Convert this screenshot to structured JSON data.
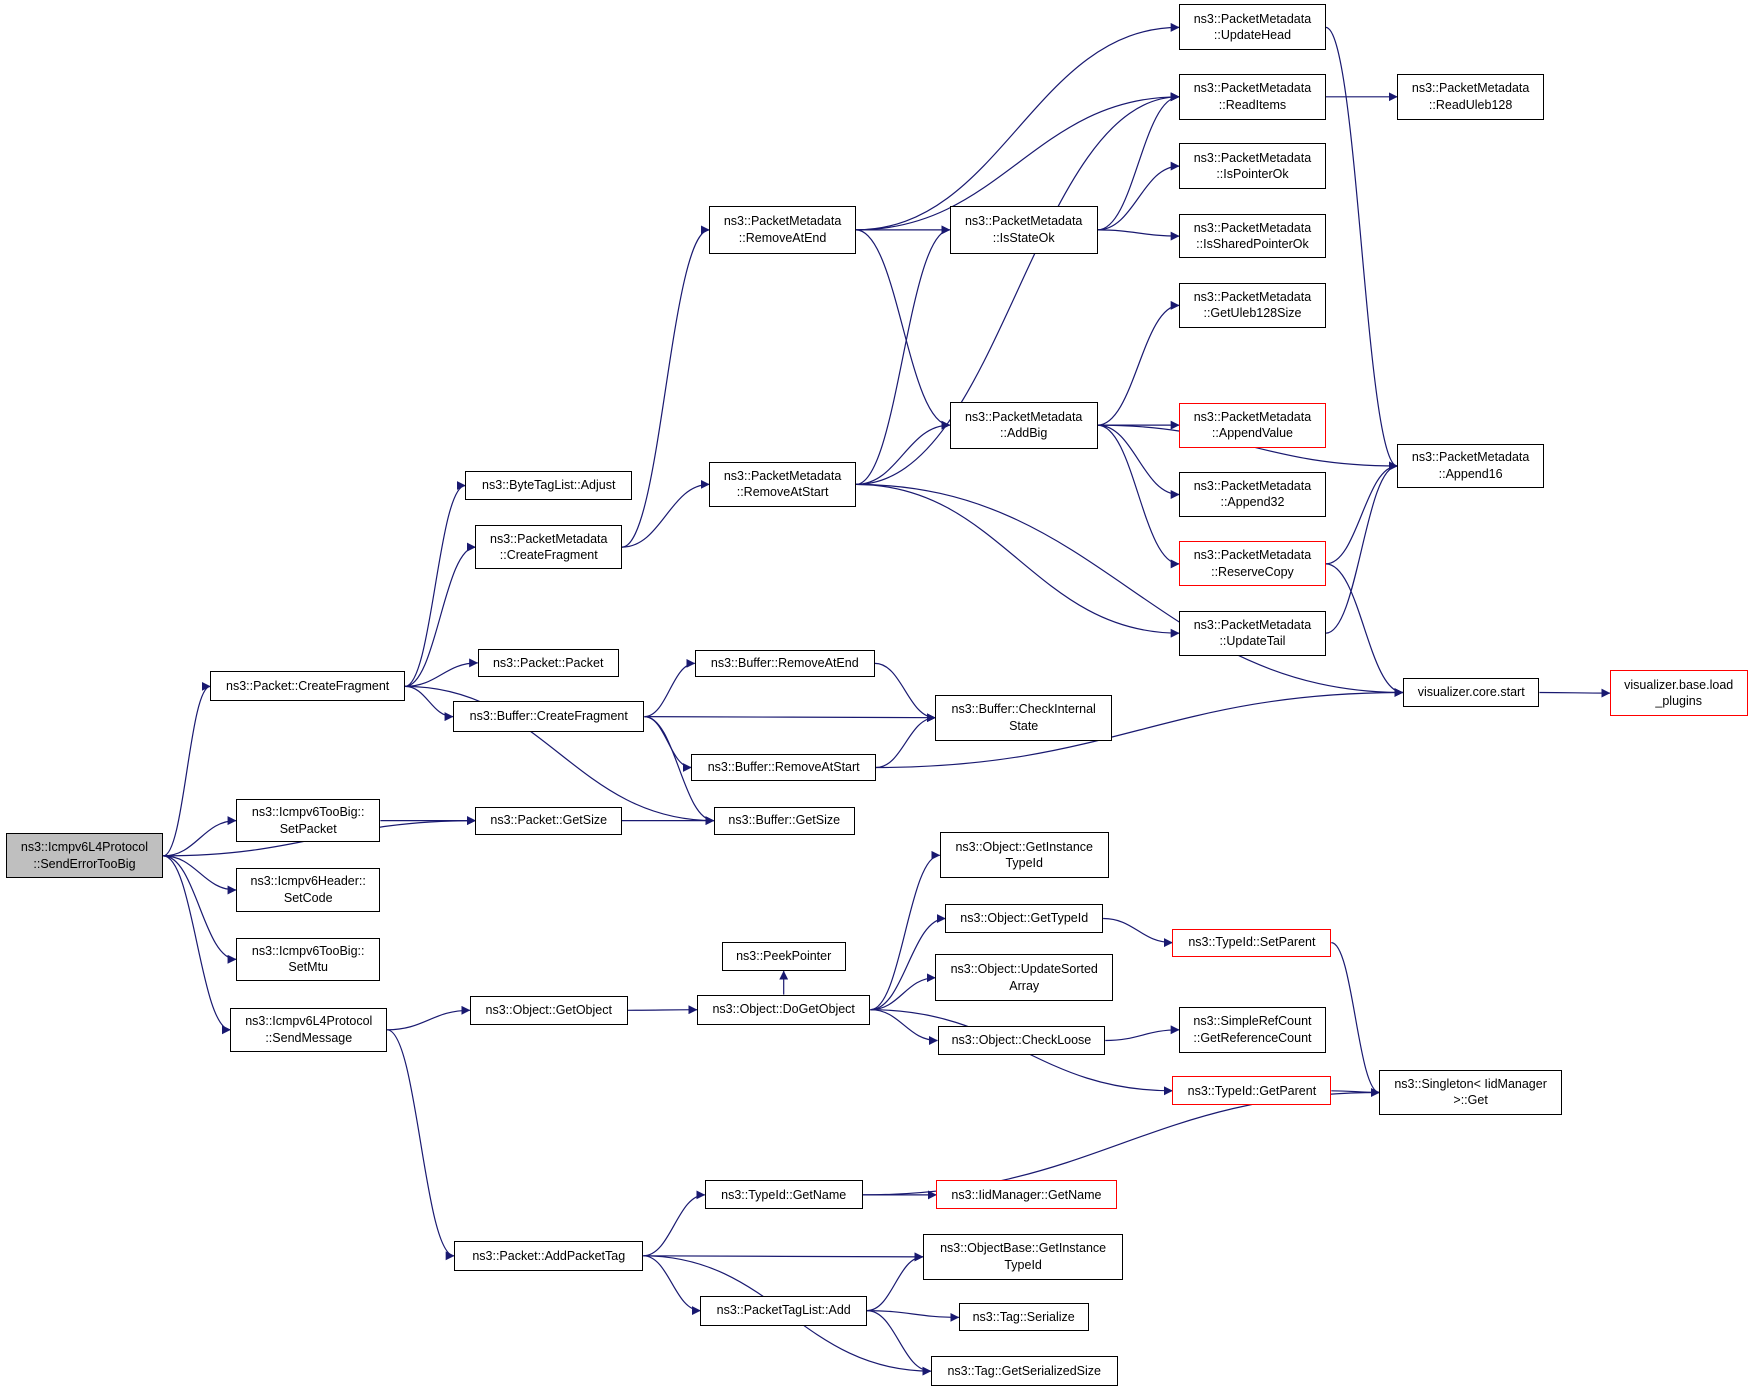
{
  "graph": {
    "root": "n0",
    "colors": {
      "edge": "#191970",
      "node_border": "#000000",
      "truncated_border": "#ff0000",
      "root_fill": "#bfbfbf"
    },
    "nodes": [
      {
        "id": "n0",
        "lines": [
          "ns3::Icmpv6L4Protocol",
          "::SendErrorTooBig"
        ],
        "style": "root"
      },
      {
        "id": "n1",
        "lines": [
          "ns3::Packet::CreateFragment"
        ]
      },
      {
        "id": "n2",
        "lines": [
          "ns3::Icmpv6TooBig::",
          "SetPacket"
        ]
      },
      {
        "id": "n3",
        "lines": [
          "ns3::Icmpv6Header::",
          "SetCode"
        ]
      },
      {
        "id": "n4",
        "lines": [
          "ns3::Icmpv6TooBig::",
          "SetMtu"
        ]
      },
      {
        "id": "n5",
        "lines": [
          "ns3::Icmpv6L4Protocol",
          "::SendMessage"
        ]
      },
      {
        "id": "n6",
        "lines": [
          "ns3::ByteTagList::Adjust"
        ]
      },
      {
        "id": "n7",
        "lines": [
          "ns3::PacketMetadata",
          "::CreateFragment"
        ]
      },
      {
        "id": "n8",
        "lines": [
          "ns3::Packet::Packet"
        ]
      },
      {
        "id": "n9",
        "lines": [
          "ns3::Buffer::CreateFragment"
        ]
      },
      {
        "id": "n10",
        "lines": [
          "ns3::Packet::GetSize"
        ]
      },
      {
        "id": "n11",
        "lines": [
          "ns3::Buffer::GetSize"
        ]
      },
      {
        "id": "n12",
        "lines": [
          "ns3::Object::GetObject"
        ]
      },
      {
        "id": "n13",
        "lines": [
          "ns3::Packet::AddPacketTag"
        ]
      },
      {
        "id": "n14",
        "lines": [
          "ns3::PacketMetadata",
          "::RemoveAtEnd"
        ]
      },
      {
        "id": "n15",
        "lines": [
          "ns3::PacketMetadata",
          "::RemoveAtStart"
        ]
      },
      {
        "id": "n16",
        "lines": [
          "ns3::Buffer::RemoveAtEnd"
        ]
      },
      {
        "id": "n17",
        "lines": [
          "ns3::Buffer::RemoveAtStart"
        ]
      },
      {
        "id": "n18",
        "lines": [
          "ns3::Buffer::CheckInternal",
          "State"
        ]
      },
      {
        "id": "n19",
        "lines": [
          "ns3::PeekPointer"
        ]
      },
      {
        "id": "n20",
        "lines": [
          "ns3::Object::DoGetObject"
        ]
      },
      {
        "id": "n21",
        "lines": [
          "ns3::TypeId::GetName"
        ]
      },
      {
        "id": "n22",
        "lines": [
          "ns3::PacketTagList::Add"
        ]
      },
      {
        "id": "n23",
        "lines": [
          "ns3::PacketMetadata",
          "::IsStateOk"
        ]
      },
      {
        "id": "n24",
        "lines": [
          "ns3::PacketMetadata",
          "::AddBig"
        ]
      },
      {
        "id": "n25",
        "lines": [
          "ns3::Object::GetInstance",
          "TypeId"
        ]
      },
      {
        "id": "n26",
        "lines": [
          "ns3::Object::GetTypeId"
        ]
      },
      {
        "id": "n27",
        "lines": [
          "ns3::Object::UpdateSorted",
          "Array"
        ]
      },
      {
        "id": "n28",
        "lines": [
          "ns3::Object::CheckLoose"
        ]
      },
      {
        "id": "n29",
        "lines": [
          "ns3::IidManager::GetName"
        ],
        "style": "truncated"
      },
      {
        "id": "n30",
        "lines": [
          "ns3::ObjectBase::GetInstance",
          "TypeId"
        ]
      },
      {
        "id": "n31",
        "lines": [
          "ns3::Tag::Serialize"
        ]
      },
      {
        "id": "n32",
        "lines": [
          "ns3::Tag::GetSerializedSize"
        ]
      },
      {
        "id": "n33",
        "lines": [
          "ns3::PacketMetadata",
          "::UpdateHead"
        ]
      },
      {
        "id": "n34",
        "lines": [
          "ns3::PacketMetadata",
          "::ReadItems"
        ]
      },
      {
        "id": "n35",
        "lines": [
          "ns3::PacketMetadata",
          "::IsPointerOk"
        ]
      },
      {
        "id": "n36",
        "lines": [
          "ns3::PacketMetadata",
          "::IsSharedPointerOk"
        ]
      },
      {
        "id": "n37",
        "lines": [
          "ns3::PacketMetadata",
          "::GetUleb128Size"
        ]
      },
      {
        "id": "n38",
        "lines": [
          "ns3::PacketMetadata",
          "::AppendValue"
        ],
        "style": "truncated"
      },
      {
        "id": "n39",
        "lines": [
          "ns3::PacketMetadata",
          "::Append32"
        ]
      },
      {
        "id": "n40",
        "lines": [
          "ns3::PacketMetadata",
          "::ReserveCopy"
        ],
        "style": "truncated"
      },
      {
        "id": "n41",
        "lines": [
          "ns3::PacketMetadata",
          "::UpdateTail"
        ]
      },
      {
        "id": "n42",
        "lines": [
          "ns3::TypeId::SetParent"
        ],
        "style": "truncated"
      },
      {
        "id": "n43",
        "lines": [
          "ns3::SimpleRefCount",
          "::GetReferenceCount"
        ]
      },
      {
        "id": "n44",
        "lines": [
          "ns3::TypeId::GetParent"
        ],
        "style": "truncated"
      },
      {
        "id": "n45",
        "lines": [
          "ns3::PacketMetadata",
          "::ReadUleb128"
        ]
      },
      {
        "id": "n46",
        "lines": [
          "ns3::PacketMetadata",
          "::Append16"
        ]
      },
      {
        "id": "n47",
        "lines": [
          "visualizer.core.start"
        ]
      },
      {
        "id": "n48",
        "lines": [
          "ns3::Singleton< IidManager",
          ">::Get"
        ]
      },
      {
        "id": "n49",
        "lines": [
          "visualizer.base.load",
          "_plugins"
        ],
        "style": "truncated"
      }
    ],
    "edges": [
      [
        "n0",
        "n1"
      ],
      [
        "n0",
        "n10"
      ],
      [
        "n0",
        "n2"
      ],
      [
        "n0",
        "n3"
      ],
      [
        "n0",
        "n4"
      ],
      [
        "n0",
        "n5"
      ],
      [
        "n1",
        "n6"
      ],
      [
        "n1",
        "n7"
      ],
      [
        "n1",
        "n8"
      ],
      [
        "n1",
        "n9"
      ],
      [
        "n1",
        "n11"
      ],
      [
        "n2",
        "n10"
      ],
      [
        "n10",
        "n11"
      ],
      [
        "n5",
        "n12"
      ],
      [
        "n5",
        "n13"
      ],
      [
        "n7",
        "n14"
      ],
      [
        "n7",
        "n15"
      ],
      [
        "n9",
        "n16"
      ],
      [
        "n9",
        "n18"
      ],
      [
        "n9",
        "n17"
      ],
      [
        "n9",
        "n11"
      ],
      [
        "n16",
        "n18"
      ],
      [
        "n17",
        "n18"
      ],
      [
        "n17",
        "n47"
      ],
      [
        "n12",
        "n20"
      ],
      [
        "n20",
        "n19"
      ],
      [
        "n20",
        "n25"
      ],
      [
        "n20",
        "n26"
      ],
      [
        "n20",
        "n27"
      ],
      [
        "n20",
        "n28"
      ],
      [
        "n20",
        "n44"
      ],
      [
        "n26",
        "n42"
      ],
      [
        "n28",
        "n43"
      ],
      [
        "n42",
        "n48"
      ],
      [
        "n44",
        "n48"
      ],
      [
        "n13",
        "n21"
      ],
      [
        "n13",
        "n30"
      ],
      [
        "n13",
        "n22"
      ],
      [
        "n13",
        "n32"
      ],
      [
        "n21",
        "n29"
      ],
      [
        "n21",
        "n48"
      ],
      [
        "n22",
        "n30"
      ],
      [
        "n22",
        "n31"
      ],
      [
        "n22",
        "n32"
      ],
      [
        "n14",
        "n33"
      ],
      [
        "n14",
        "n34"
      ],
      [
        "n14",
        "n23"
      ],
      [
        "n14",
        "n24"
      ],
      [
        "n15",
        "n34"
      ],
      [
        "n15",
        "n23"
      ],
      [
        "n15",
        "n24"
      ],
      [
        "n15",
        "n41"
      ],
      [
        "n15",
        "n47"
      ],
      [
        "n23",
        "n34"
      ],
      [
        "n23",
        "n35"
      ],
      [
        "n23",
        "n36"
      ],
      [
        "n24",
        "n37"
      ],
      [
        "n24",
        "n46"
      ],
      [
        "n24",
        "n38"
      ],
      [
        "n24",
        "n39"
      ],
      [
        "n24",
        "n40"
      ],
      [
        "n33",
        "n46"
      ],
      [
        "n34",
        "n45"
      ],
      [
        "n40",
        "n46"
      ],
      [
        "n40",
        "n47"
      ],
      [
        "n41",
        "n46"
      ],
      [
        "n47",
        "n49"
      ]
    ]
  }
}
